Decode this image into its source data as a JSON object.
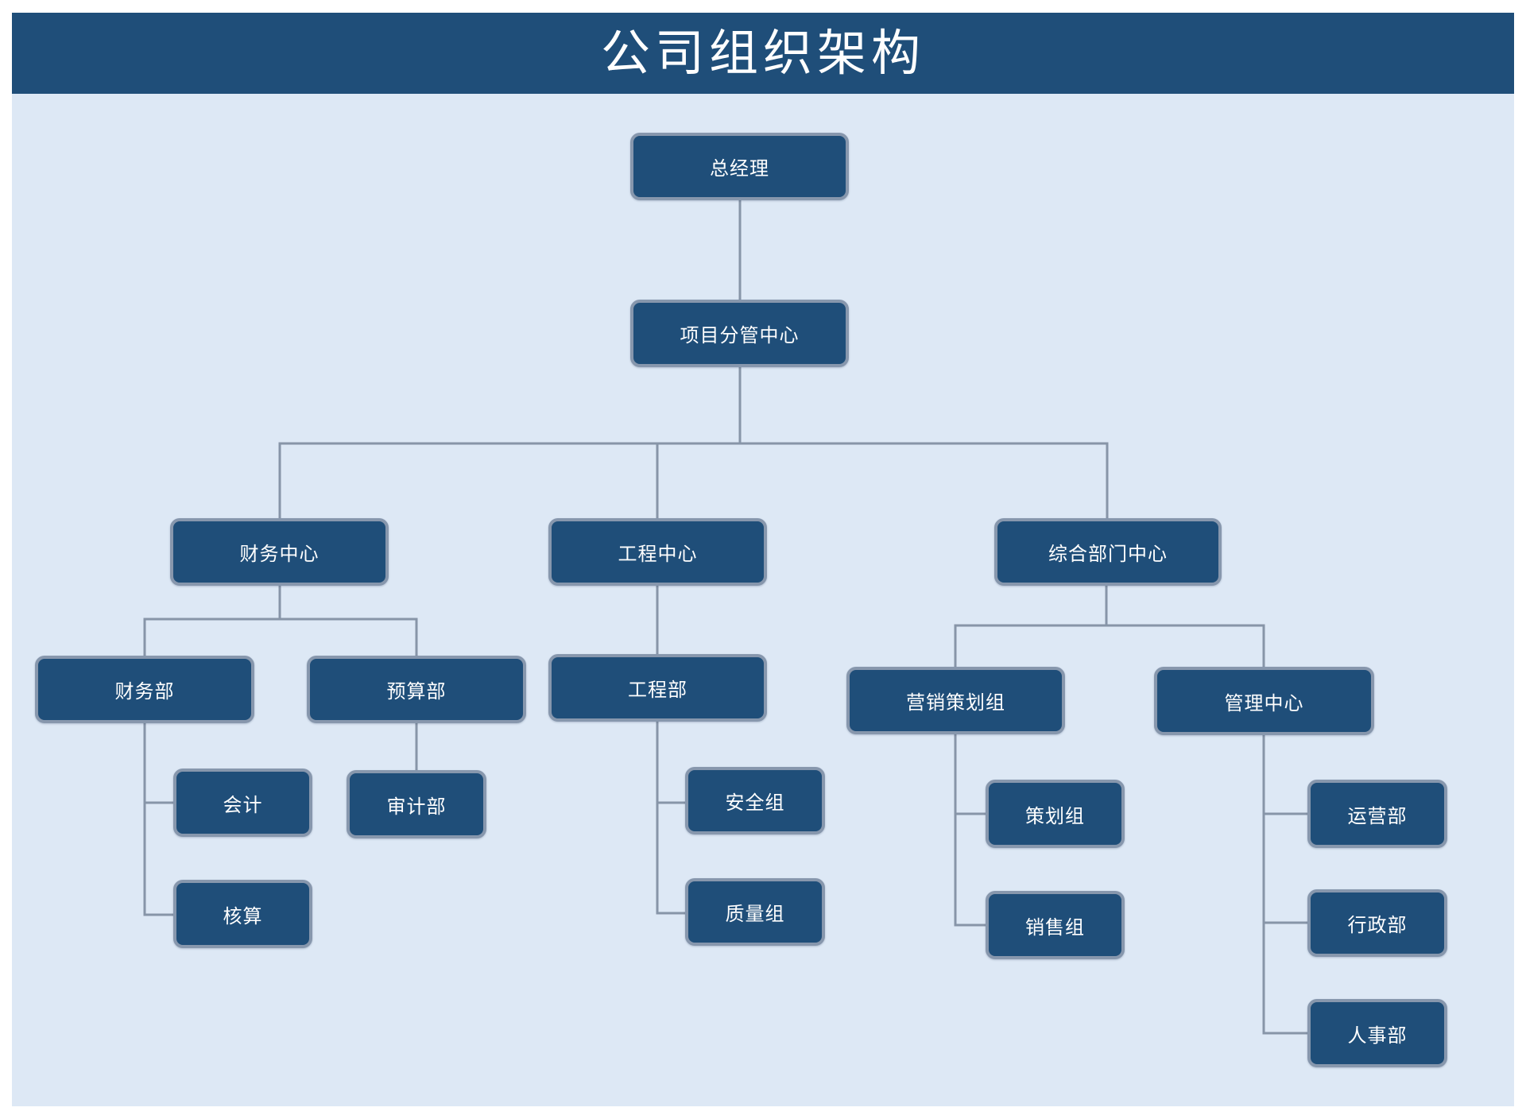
{
  "header": {
    "title": "公司组织架构"
  },
  "colors": {
    "header_bg": "#1f4e79",
    "canvas_bg": "#dde8f5",
    "node_fill": "#1f4e79",
    "node_border": "#8797ad",
    "connector": "#8795a8",
    "text": "#ffffff"
  },
  "org": {
    "root": {
      "label": "总经理"
    },
    "hub": {
      "label": "项目分管中心"
    },
    "finance": {
      "label": "财务中心",
      "finance_dept": {
        "label": "财务部",
        "children": [
          {
            "label": "会计"
          },
          {
            "label": "核算"
          }
        ]
      },
      "budget_dept": {
        "label": "预算部",
        "children": [
          {
            "label": "审计部"
          }
        ]
      }
    },
    "engineering": {
      "label": "工程中心",
      "eng_dept": {
        "label": "工程部",
        "children": [
          {
            "label": "安全组"
          },
          {
            "label": "质量组"
          }
        ]
      }
    },
    "general": {
      "label": "综合部门中心",
      "marketing": {
        "label": "营销策划组",
        "children": [
          {
            "label": "策划组"
          },
          {
            "label": "销售组"
          }
        ]
      },
      "management": {
        "label": "管理中心",
        "children": [
          {
            "label": "运营部"
          },
          {
            "label": "行政部"
          },
          {
            "label": "人事部"
          }
        ]
      }
    }
  }
}
